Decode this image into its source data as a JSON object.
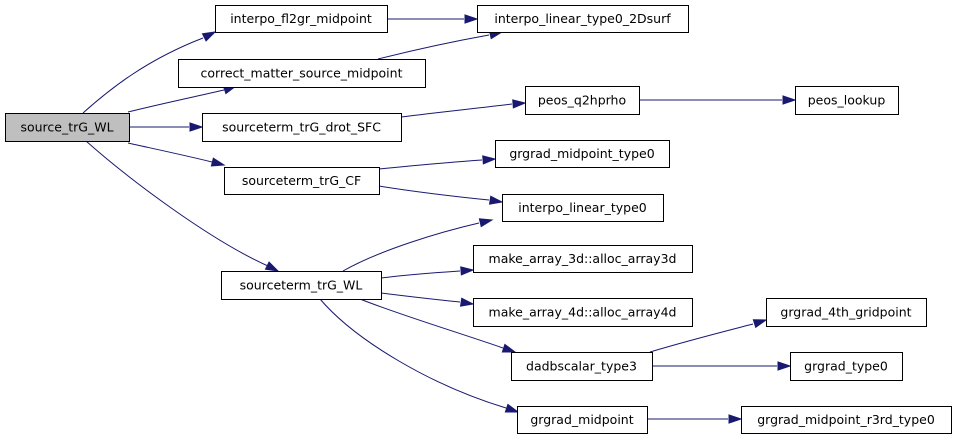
{
  "nodes": [
    {
      "id": "source_trG_WL",
      "label": "source_trG_WL",
      "root": true
    },
    {
      "id": "interpo_fl2gr_midpoint",
      "label": "interpo_fl2gr_midpoint"
    },
    {
      "id": "interpo_linear_type0_2Dsurf",
      "label": "interpo_linear_type0_2Dsurf"
    },
    {
      "id": "correct_matter_source_midpoint",
      "label": "correct_matter_source_midpoint"
    },
    {
      "id": "sourceterm_trG_drot_SFC",
      "label": "sourceterm_trG_drot_SFC"
    },
    {
      "id": "peos_q2hprho",
      "label": "peos_q2hprho"
    },
    {
      "id": "peos_lookup",
      "label": "peos_lookup"
    },
    {
      "id": "sourceterm_trG_CF",
      "label": "sourceterm_trG_CF"
    },
    {
      "id": "grgrad_midpoint_type0",
      "label": "grgrad_midpoint_type0"
    },
    {
      "id": "interpo_linear_type0",
      "label": "interpo_linear_type0"
    },
    {
      "id": "sourceterm_trG_WL",
      "label": "sourceterm_trG_WL"
    },
    {
      "id": "make_array_3d_alloc_array3d",
      "label": "make_array_3d::alloc_array3d"
    },
    {
      "id": "make_array_4d_alloc_array4d",
      "label": "make_array_4d::alloc_array4d"
    },
    {
      "id": "dadbscalar_type3",
      "label": "dadbscalar_type3"
    },
    {
      "id": "grgrad_4th_gridpoint",
      "label": "grgrad_4th_gridpoint"
    },
    {
      "id": "grgrad_type0",
      "label": "grgrad_type0"
    },
    {
      "id": "grgrad_midpoint",
      "label": "grgrad_midpoint"
    },
    {
      "id": "grgrad_midpoint_r3rd_type0",
      "label": "grgrad_midpoint_r3rd_type0"
    }
  ],
  "edges": [
    {
      "from": "source_trG_WL",
      "to": "interpo_fl2gr_midpoint"
    },
    {
      "from": "source_trG_WL",
      "to": "correct_matter_source_midpoint"
    },
    {
      "from": "source_trG_WL",
      "to": "sourceterm_trG_drot_SFC"
    },
    {
      "from": "source_trG_WL",
      "to": "sourceterm_trG_CF"
    },
    {
      "from": "source_trG_WL",
      "to": "sourceterm_trG_WL"
    },
    {
      "from": "interpo_fl2gr_midpoint",
      "to": "interpo_linear_type0_2Dsurf"
    },
    {
      "from": "correct_matter_source_midpoint",
      "to": "interpo_linear_type0_2Dsurf"
    },
    {
      "from": "sourceterm_trG_drot_SFC",
      "to": "peos_q2hprho"
    },
    {
      "from": "peos_q2hprho",
      "to": "peos_lookup"
    },
    {
      "from": "sourceterm_trG_CF",
      "to": "grgrad_midpoint_type0"
    },
    {
      "from": "sourceterm_trG_CF",
      "to": "interpo_linear_type0"
    },
    {
      "from": "sourceterm_trG_WL",
      "to": "interpo_linear_type0"
    },
    {
      "from": "sourceterm_trG_WL",
      "to": "make_array_3d_alloc_array3d"
    },
    {
      "from": "sourceterm_trG_WL",
      "to": "make_array_4d_alloc_array4d"
    },
    {
      "from": "sourceterm_trG_WL",
      "to": "dadbscalar_type3"
    },
    {
      "from": "sourceterm_trG_WL",
      "to": "grgrad_midpoint"
    },
    {
      "from": "dadbscalar_type3",
      "to": "grgrad_4th_gridpoint"
    },
    {
      "from": "dadbscalar_type3",
      "to": "grgrad_type0"
    },
    {
      "from": "grgrad_midpoint",
      "to": "grgrad_midpoint_r3rd_type0"
    }
  ]
}
